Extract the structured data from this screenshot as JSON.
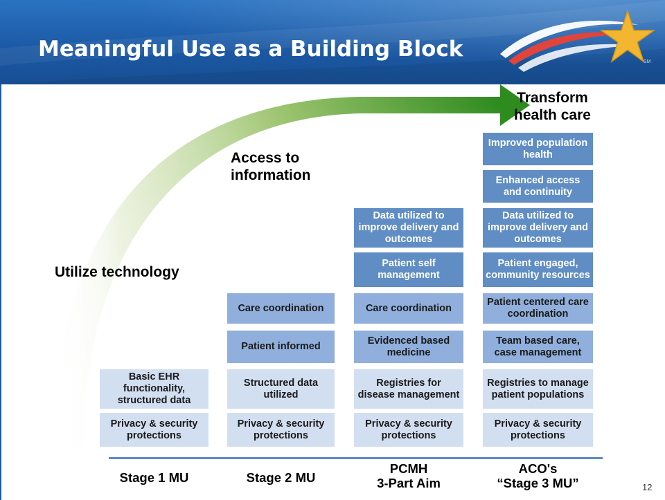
{
  "slide": {
    "title": "Meaningful Use as a Building Block",
    "page_number": "12",
    "logo_mark": "SM",
    "logo_icon": "star-swoosh-logo-icon"
  },
  "arrow_labels": {
    "utilize": "Utilize technology",
    "access": "Access to\ninformation",
    "transform": "Transform\nhealth care"
  },
  "columns": [
    {
      "stage": "Stage 1 MU",
      "boxes": [
        {
          "text": "Basic EHR functionality, structured data",
          "tone": "light"
        },
        {
          "text": "Privacy & security protections",
          "tone": "light"
        }
      ]
    },
    {
      "stage": "Stage 2 MU",
      "boxes": [
        {
          "text": "Care coordination",
          "tone": "mid"
        },
        {
          "text": "Patient informed",
          "tone": "mid"
        },
        {
          "text": "Structured data utilized",
          "tone": "light"
        },
        {
          "text": "Privacy & security protections",
          "tone": "light"
        }
      ]
    },
    {
      "stage": "PCMH\n3-Part Aim",
      "boxes": [
        {
          "text": "Data utilized to improve delivery and outcomes",
          "tone": "dark"
        },
        {
          "text": "Patient self management",
          "tone": "dark"
        },
        {
          "text": "Care coordination",
          "tone": "mid"
        },
        {
          "text": "Evidenced based medicine",
          "tone": "mid"
        },
        {
          "text": "Registries for disease management",
          "tone": "light"
        },
        {
          "text": "Privacy & security protections",
          "tone": "light"
        }
      ]
    },
    {
      "stage": "ACO's\n“Stage 3 MU”",
      "boxes": [
        {
          "text": "Improved population health",
          "tone": "dark"
        },
        {
          "text": "Enhanced access and continuity",
          "tone": "dark"
        },
        {
          "text": "Data utilized to improve delivery and outcomes",
          "tone": "dark"
        },
        {
          "text": "Patient engaged, community resources",
          "tone": "dark"
        },
        {
          "text": "Patient centered care coordination",
          "tone": "mid"
        },
        {
          "text": "Team based care, case management",
          "tone": "mid"
        },
        {
          "text": "Registries to manage patient populations",
          "tone": "light"
        },
        {
          "text": "Privacy & security protections",
          "tone": "light"
        }
      ]
    }
  ],
  "colors": {
    "header_blue": "#1c5aa6",
    "dark_box": "#5f8dc4",
    "mid_box": "#90afdc",
    "light_box": "#d2dff1",
    "arrow_green": "#3a9a2a"
  }
}
